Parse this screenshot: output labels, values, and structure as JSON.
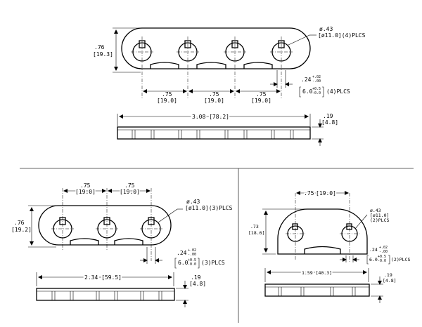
{
  "top": {
    "height_in": ".76",
    "height_mm": "[19.3]",
    "hole_dia_in": "ø.43",
    "hole_dia_mm": "[ø11.0](4)PLCS",
    "pitch1_in": ".75",
    "pitch1_mm": "[19.0]",
    "pitch2_in": ".75",
    "pitch2_mm": "[19.0]",
    "pitch3_in": ".75",
    "pitch3_mm": "[19.0]",
    "slot_in": ".24",
    "slot_in_tol_plus": "+.02",
    "slot_in_tol_minus": "-.00",
    "slot_mm": "6.0",
    "slot_mm_tol_plus": "+0.5",
    "slot_mm_tol_minus": "-0.0",
    "slot_count": "(4)PLCS",
    "length": "3.08 [78.2]",
    "thick_in": ".19",
    "thick_mm": "[4.8]"
  },
  "left": {
    "height_in": ".76",
    "height_mm": "[19.2]",
    "pitch1_in": ".75",
    "pitch1_mm": "[19.0]",
    "pitch2_in": ".75",
    "pitch2_mm": "[19.0]",
    "hole_dia_in": "ø.43",
    "hole_dia_mm": "[ø11.0](3)PLCS",
    "slot_in": ".24",
    "slot_in_tol_plus": "+.02",
    "slot_in_tol_minus": "-.00",
    "slot_mm": "6.0",
    "slot_mm_tol_plus": "+0.5",
    "slot_mm_tol_minus": "-0.0",
    "slot_count": "(3)PLCS",
    "length": "2.34 [59.5]",
    "thick_in": ".19",
    "thick_mm": "[4.8]"
  },
  "right": {
    "pitch_in": ".75",
    "pitch_mm": "[19.0]",
    "height_in": ".73",
    "height_mm": "[18.6]",
    "hole_dia_in": "ø.43",
    "hole_dia_mm": "[ø11.0]",
    "hole_count": "(2)PLCS",
    "slot_in": ".24",
    "slot_in_tol_plus": "+.02",
    "slot_in_tol_minus": "-.00",
    "slot_mm": "6.0",
    "slot_mm_tol_plus": "+0.5",
    "slot_mm_tol_minus": "-0.0",
    "slot_count": "(2)PLCS",
    "length": "1.59 [40.3]",
    "thick_in": ".19",
    "thick_mm": "[4.8]"
  }
}
